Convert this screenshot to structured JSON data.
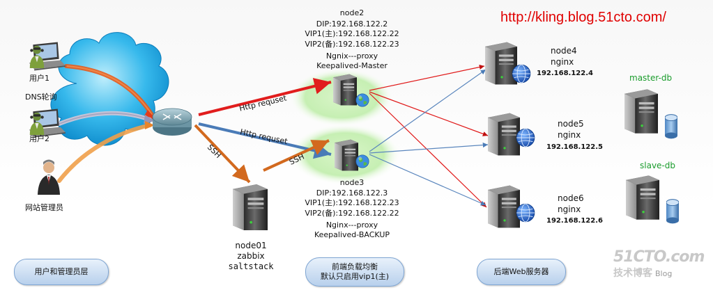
{
  "url": "http://kling.blog.51cto.com/",
  "users": {
    "user1": "用户1",
    "dns": "DNS轮询",
    "user2": "用户2",
    "admin": "网站管理员"
  },
  "links": {
    "http_top": "Http requset",
    "http_bottom": "Http  requset",
    "ssh_left": "SSH",
    "ssh_right": "SSH"
  },
  "node2": {
    "name": "node2",
    "dip": "DIP:192.168.122.2",
    "vip1": "VIP1(主):192.168.122.22",
    "vip2": "VIP2(备):192.168.122.23",
    "proxy": "Ngnix---proxy",
    "role": "Keepalived-Master"
  },
  "node3": {
    "name": "node3",
    "dip": "DIP:192.168.122.3",
    "vip1": "VIP1(主):192.168.122.23",
    "vip2": "VIP2(备):192.168.122.22",
    "proxy": "Nginx---proxy",
    "role": "Keepalived-BACKUP"
  },
  "node01": {
    "name": "node01",
    "svc1": "zabbix",
    "svc2": "saltstack"
  },
  "node4": {
    "name": "node4",
    "svc": "nginx",
    "ip": "192.168.122.4"
  },
  "node5": {
    "name": "node5",
    "svc": "nginx",
    "ip": "192.168.122.5"
  },
  "node6": {
    "name": "node6",
    "svc": "nginx",
    "ip": "192.168.122.6"
  },
  "db": {
    "master": "master-db",
    "slave": "slave-db"
  },
  "layers": {
    "users": "用户和管理员层",
    "lb_line1": "前端负载均衡",
    "lb_line2": "默认只启用vip1(主)",
    "backend": "后端Web服务器"
  },
  "watermark": {
    "big": "51CTO.com",
    "small": "技术博客",
    "blog": "Blog"
  }
}
